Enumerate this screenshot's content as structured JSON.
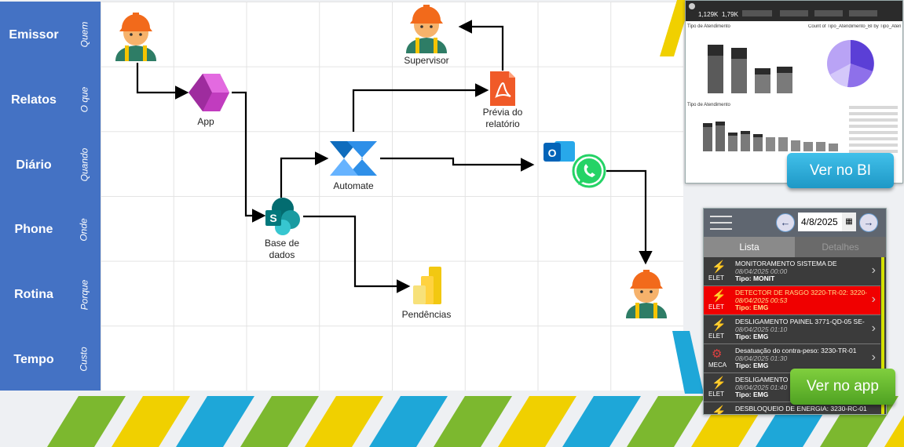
{
  "rows": [
    {
      "label": "Emissor",
      "sub": "Quem"
    },
    {
      "label": "Relatos",
      "sub": "O que"
    },
    {
      "label": "Diário",
      "sub": "Quando"
    },
    {
      "label": "Phone",
      "sub": "Onde"
    },
    {
      "label": "Rotina",
      "sub": "Porque"
    },
    {
      "label": "Tempo",
      "sub": "Custo"
    }
  ],
  "nodes": {
    "app": "App",
    "supervisor": "Supervisor",
    "automate": "Automate",
    "previa": "Prévia do relatório",
    "base": "Base de dados",
    "pendencias": "Pendências"
  },
  "bi": {
    "button": "Ver no BI",
    "kpi1": "1,129K",
    "kpi2": "1,79K",
    "chart1_title": "Tipo de Atendimento",
    "chart2_title": "Count of Tipo_Atendimento_BI by Tipo_Atendimento",
    "chart3_title": "Tipo de Atendimento"
  },
  "app_panel": {
    "button": "Ver no app",
    "date": "4/8/2025",
    "tab_list": "Lista",
    "tab_details": "Detalhes",
    "items": [
      {
        "title": "MONITORAMENTO SISTEMA DE",
        "date": "08/04/2025 00:00",
        "type": "Tipo: MONIT",
        "cat": "ELET",
        "highlight": false
      },
      {
        "title": "DETECTOR DE RASGO 3220-TR-02: 3220-",
        "date": "08/04/2025 00:53",
        "type": "Tipo: EMG",
        "cat": "ELET",
        "highlight": true
      },
      {
        "title": "DESLIGAMENTO PAINEL 3771-QD-05 SE-",
        "date": "08/04/2025 01:10",
        "type": "Tipo: EMG",
        "cat": "ELET",
        "highlight": false
      },
      {
        "title": "Desatuação do contra-peso: 3230-TR-01",
        "date": "08/04/2025 01:30",
        "type": "Tipo: EMG",
        "cat": "MECA",
        "highlight": false
      },
      {
        "title": "DESLIGAMENTO D",
        "date": "08/04/2025 01:40",
        "type": "Tipo: EMG",
        "cat": "ELET",
        "highlight": false
      },
      {
        "title": "DESBLOQUEIO DE ENERGIA: 3230-RC-01",
        "date": "",
        "type": "",
        "cat": "",
        "highlight": false
      }
    ]
  },
  "colors": {
    "row_band": "#4472c4",
    "stripe_green": "#7cb82f",
    "stripe_yellow": "#f0d000",
    "stripe_blue": "#1ea7d8",
    "bi_button": "#2aa7d6",
    "app_button": "#6ab82e"
  }
}
